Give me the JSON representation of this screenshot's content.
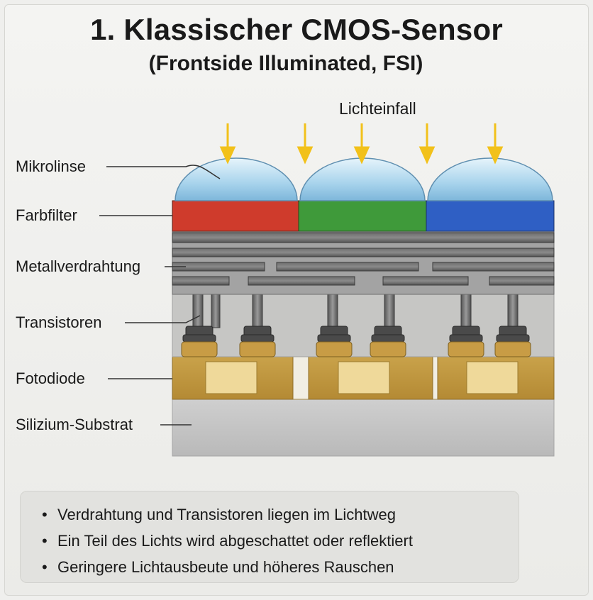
{
  "title": "1. Klassischer CMOS-Sensor",
  "subtitle": "(Frontside Illuminated, FSI)",
  "light_label": "Lichteinfall",
  "layers": {
    "microlens": "Mikrolinse",
    "color_filter": "Farbfilter",
    "metal_wiring": "Metallverdrahtung",
    "transistors": "Transistoren",
    "photodiode": "Fotodiode",
    "substrate": "Silizium-Substrat"
  },
  "filter_colors": [
    "#cf3b2c",
    "#3f9a3a",
    "#2f5fc4"
  ],
  "notes": [
    "Verdrahtung und Transistoren liegen im Lichtweg",
    "Ein Teil des Lichts wird abgeschattet oder reflektiert",
    "Geringere Lichtausbeute und höheres Rauschen"
  ]
}
